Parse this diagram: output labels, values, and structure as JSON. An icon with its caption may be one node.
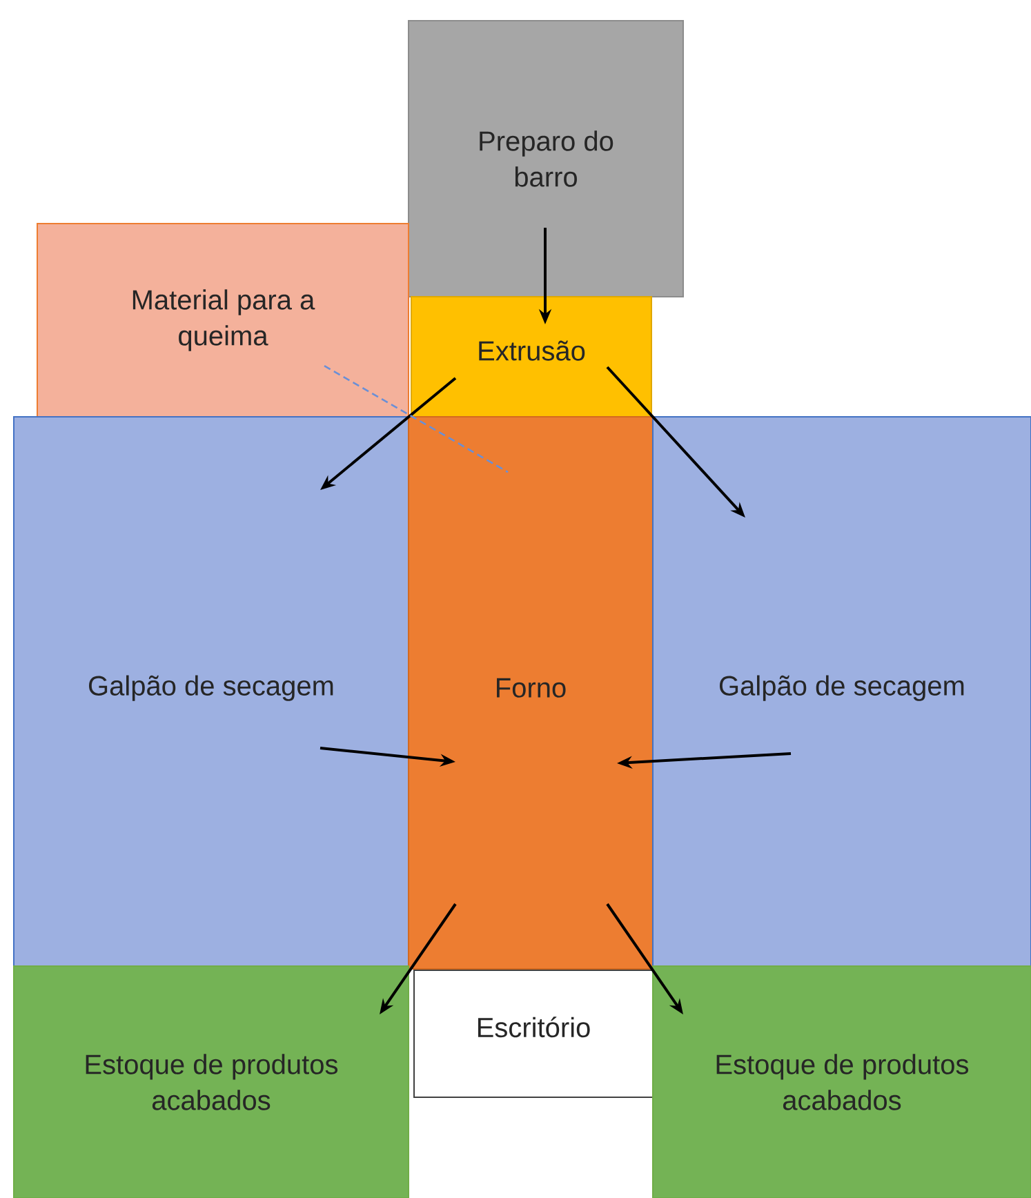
{
  "diagram": {
    "nodes": [
      {
        "text": [
          "Preparo do barro"
        ]
      },
      {
        "text": [
          "Material para a queima"
        ]
      },
      {
        "text": [
          "Extrusão"
        ]
      },
      {
        "text": [
          "Galpão de secagem"
        ]
      },
      {
        "text": [
          "Forno"
        ]
      },
      {
        "text": [
          "Galpão de secagem"
        ]
      },
      {
        "text": [
          "Escritório"
        ]
      },
      {
        "text": [
          "Estoque de produtos acabados"
        ]
      },
      {
        "text": [
          "Estoque de produtos acabados"
        ]
      }
    ],
    "edges": [
      {
        "from": 0,
        "to": 2,
        "arrow": "to"
      },
      {
        "from": 2,
        "to": 3,
        "arrow": "to"
      },
      {
        "from": 2,
        "to": 5,
        "arrow": "to"
      },
      {
        "from": 3,
        "to": 4,
        "arrow": "to"
      },
      {
        "from": 5,
        "to": 4,
        "arrow": "to"
      },
      {
        "from": 4,
        "to": 7,
        "arrow": "to"
      },
      {
        "from": 4,
        "to": 8,
        "arrow": "to"
      },
      {
        "from": 1,
        "to": 4,
        "arrow": "none",
        "style": "dashed",
        "color": "#6a8fd6"
      }
    ]
  }
}
